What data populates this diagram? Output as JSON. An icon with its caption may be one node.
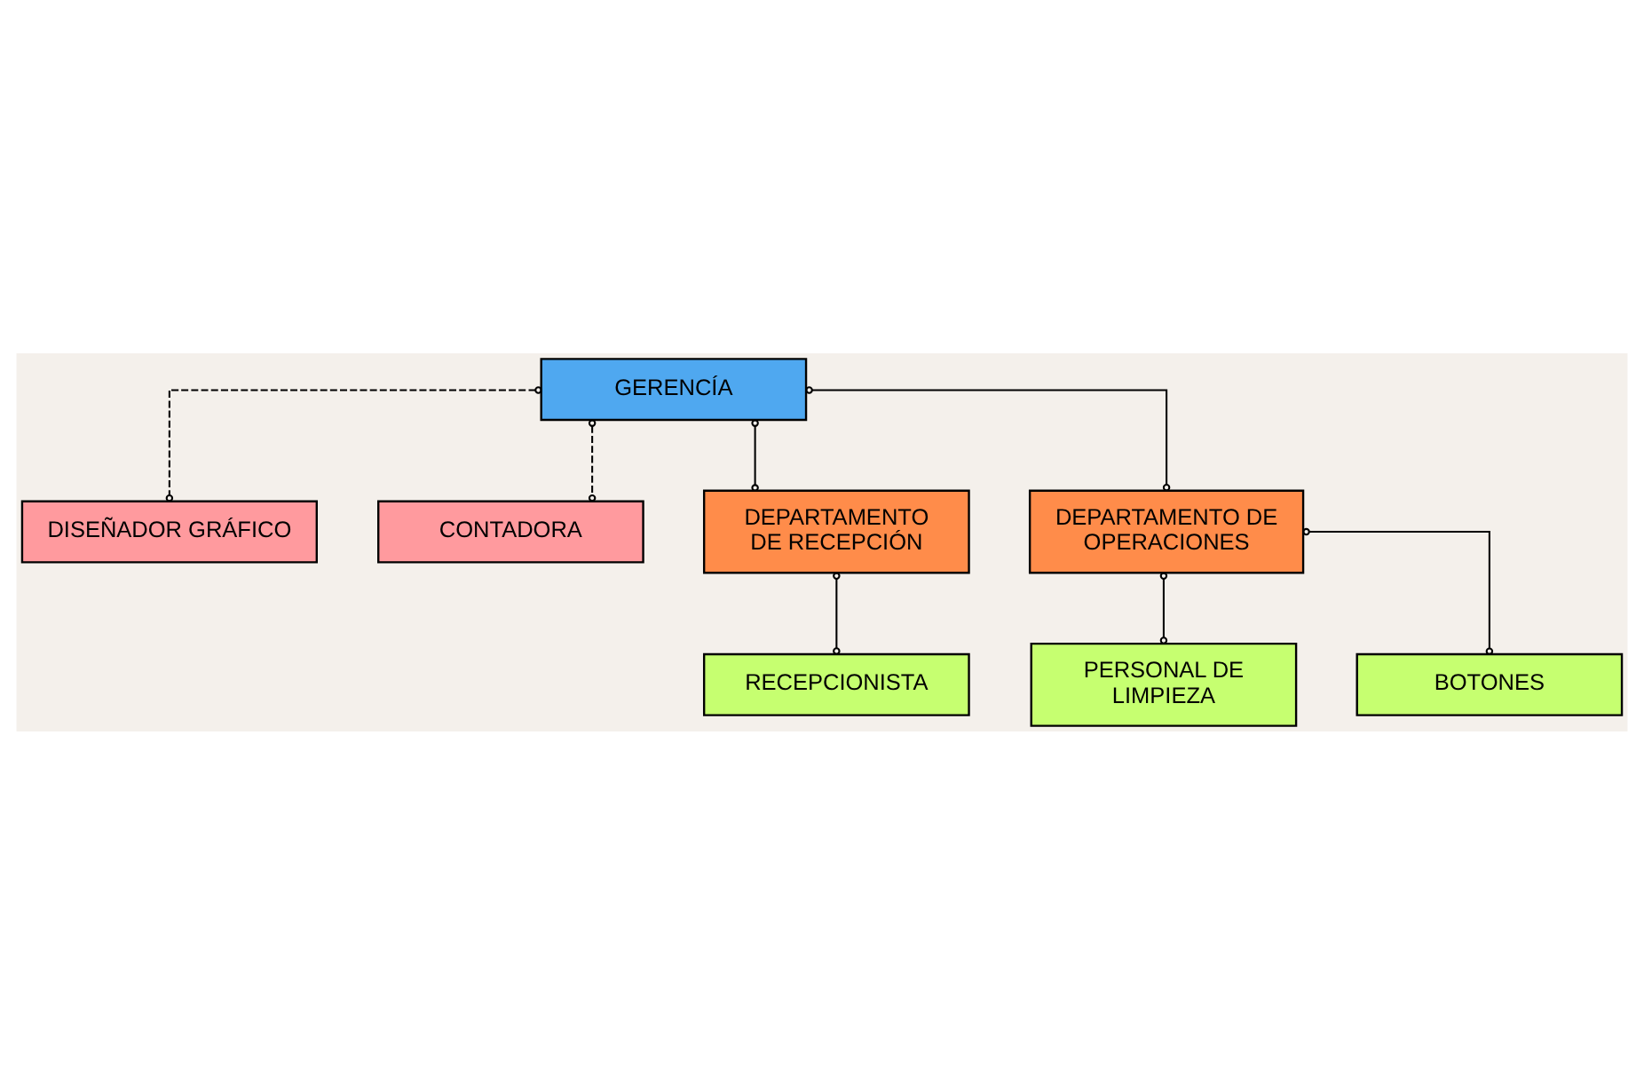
{
  "diagram": {
    "nodes": [
      {
        "text": [
          "GERENCÍA"
        ]
      },
      {
        "text": [
          "DISEÑADOR GRÁFICO"
        ]
      },
      {
        "text": [
          "CONTADORA"
        ]
      },
      {
        "text": [
          "DEPARTAMENTO DE RECEPCIÓN"
        ]
      },
      {
        "text": [
          "DEPARTAMENTO DE OPERACIONES"
        ]
      },
      {
        "text": [
          "RECEPCIONISTA"
        ]
      },
      {
        "text": [
          "PERSONAL DE LIMPIEZA"
        ]
      },
      {
        "text": [
          "BOTONES"
        ]
      }
    ],
    "edges": [
      {
        "from": 0,
        "to": 1,
        "arrow": "other",
        "style": "dashed"
      },
      {
        "from": 0,
        "to": 2,
        "arrow": "other",
        "style": "dashed"
      },
      {
        "from": 0,
        "to": 3,
        "arrow": "other"
      },
      {
        "from": 0,
        "to": 4,
        "arrow": "other"
      },
      {
        "from": 3,
        "to": 5,
        "arrow": "other"
      },
      {
        "from": 4,
        "to": 6,
        "arrow": "other"
      },
      {
        "from": 4,
        "to": 7,
        "arrow": "other"
      }
    ]
  }
}
